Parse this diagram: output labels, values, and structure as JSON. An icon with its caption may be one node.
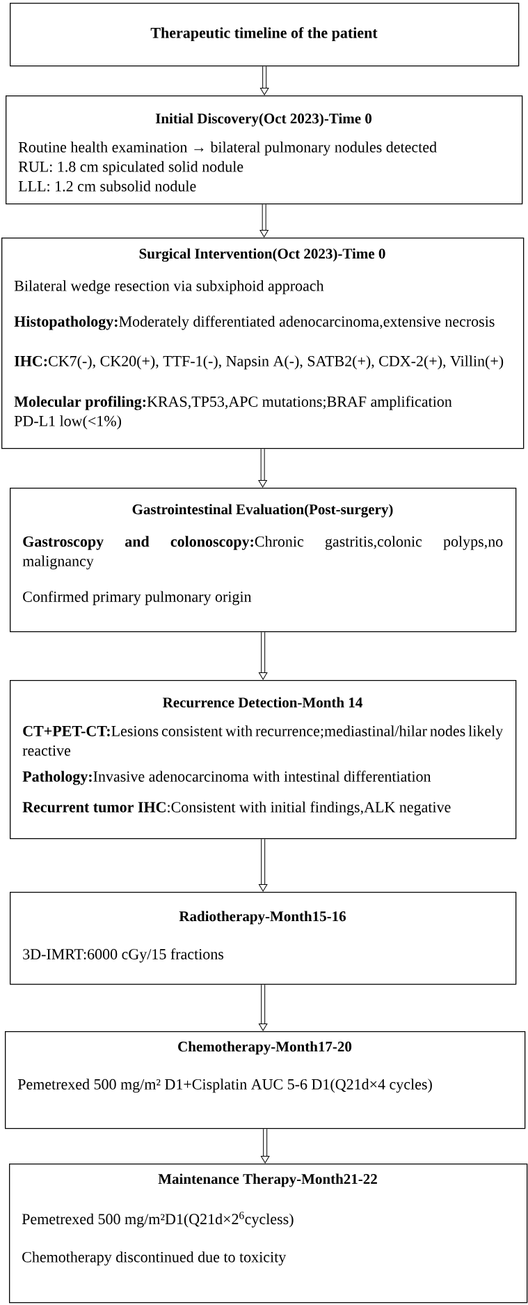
{
  "diagram": {
    "nodes": [
      {
        "text": [
          "Therapeutic timeline of the patient"
        ]
      },
      {
        "text": [
          "Initial Discovery(Oct 2023)-Time 0",
          "Routine health examination → bilateral pulmonary nodules detected",
          "RUL: 1.8 cm spiculated solid nodule",
          "LLL: 1.2 cm subsolid nodule"
        ]
      },
      {
        "text": [
          "Surgical Intervention(Oct 2023)-Time 0",
          "Bilateral wedge resection via subxiphoid approach",
          "**Histopathology:**Moderately differentiated adenocarcinoma,extensive necrosis",
          "**IHC:**CK7(-), CK20(+), TTF-1(-), Napsin A(-), SATB2(+), CDX-2(+), Villin(+)",
          "**Molecular profiling:**KRAS,TP53,APC mutations;BRAF amplification",
          "PD-L1 low(<1%)"
        ]
      },
      {
        "text": [
          "Gastrointestinal Evaluation(Post-surgery)",
          "**Gastroscopy and colonoscopy:**Chronic gastritis,colonic polyps,no malignancy",
          "Confirmed primary pulmonary origin"
        ]
      },
      {
        "text": [
          "Recurrence Detection-Month 14",
          "**CT+PET-CT:**Lesions consistent with recurrence;mediastinal/hilar nodes likely reactive",
          "**Pathology:**Invasive adenocarcinoma with intestinal differentiation",
          "**Recurrent tumor IHC**:Consistent with initial findings,ALK negative"
        ]
      },
      {
        "text": [
          "Radiotherapy-Month15-16",
          "3D-IMRT:6000 cGy/15 fractions"
        ]
      },
      {
        "text": [
          "Chemotherapy-Month17-20",
          "Pemetrexed 500 mg/m²  D1+Cisplatin AUC 5-6 D1(Q21d×4 cycles)"
        ]
      },
      {
        "text": [
          "Maintenance Therapy-Month21-22",
          "Pemetrexed 500 mg/m²D1(Q21d×2$^{6}$cycless)",
          "Chemotherapy discontinued due to toxicity"
        ]
      }
    ],
    "edges": [
      {
        "from": 0,
        "to": 1,
        "arrow": "to"
      },
      {
        "from": 1,
        "to": 2,
        "arrow": "to"
      },
      {
        "from": 2,
        "to": 3,
        "arrow": "to"
      },
      {
        "from": 3,
        "to": 4,
        "arrow": "to"
      },
      {
        "from": 4,
        "to": 5,
        "arrow": "to"
      },
      {
        "from": 5,
        "to": 6,
        "arrow": "to"
      },
      {
        "from": 6,
        "to": 7,
        "arrow": "to"
      }
    ]
  }
}
